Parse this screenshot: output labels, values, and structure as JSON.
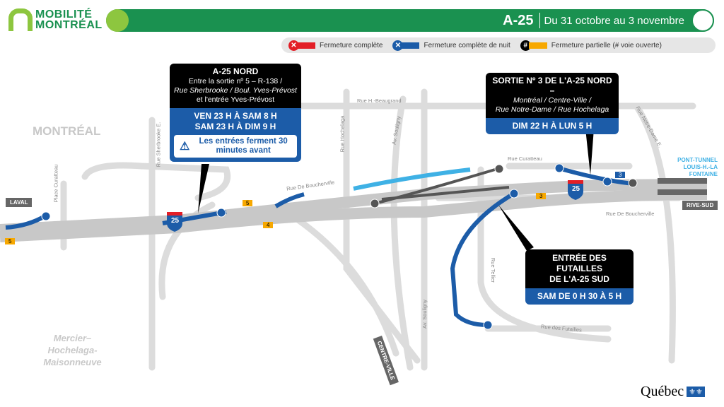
{
  "logo": {
    "line1": "MOBILITÉ",
    "line2": "MONTRÉAL"
  },
  "banner": {
    "highway": "A-25",
    "dates": "Du 31 octobre au 3 novembre",
    "color": "#1a9150"
  },
  "legend": [
    {
      "label": "Fermeture complète",
      "color": "#e31e26",
      "symbol": "✕"
    },
    {
      "label": "Fermeture complète de nuit",
      "color": "#1c5ca8",
      "symbol": "✕"
    },
    {
      "label": "Fermeture partielle (# voie ouverte)",
      "color": "#f7a800",
      "symbol": "#"
    }
  ],
  "callouts": {
    "a25_nord": {
      "title": "A-25 NORD",
      "line1": "Entre la sortie nº 5 – R-138 /",
      "line2": "Rue Sherbrooke / Boul. Yves-Prévost",
      "line3": "et l'entrée Yves-Prévost",
      "time1": "VEN 23 H À SAM 8 H",
      "time2": "SAM 23 H À DIM 9 H",
      "warning": "Les entrées ferment 30 minutes avant"
    },
    "sortie3": {
      "title": "SORTIE Nº 3 DE L'A-25 NORD –",
      "line1": "Montréal / Centre-Ville /",
      "line2": "Rue Notre-Dame / Rue Hochelaga",
      "time": "DIM 22 H À LUN 5 H"
    },
    "futailles": {
      "title1": "ENTRÉE DES FUTAILLES",
      "title2": "DE L'A-25 SUD",
      "time": "SAM DE 0 H 30 À 5 H"
    }
  },
  "streets": {
    "beaugrand": "Rue H.-Beaugrand",
    "sherbrooke": "Rue Sherbrooke E.",
    "place_curatteau": "Place Curatteau",
    "hochelaga": "Rue Hochelaga",
    "souligny1": "Av. Souligny",
    "souligny2": "Av. Souligny",
    "boucherville1": "Rue De Boucherville",
    "boucherville2": "Rue De Boucherville",
    "curatteau": "Rue Curatteau",
    "notre_dame": "Rue Notre-Dame E.",
    "tellier": "Rue Tellier",
    "futailles": "Rue des Futailles"
  },
  "areas": {
    "montreal": "MONTRÉAL",
    "mhm": "Mercier–Hochelaga-Maisonneuve",
    "tunnel": "PONT-TUNNEL LOUIS-H.-LA FONTAINE"
  },
  "directions": {
    "laval": "LAVAL",
    "rive_sud": "RIVE-SUD",
    "centre_ville": "CENTRE-VILLE"
  },
  "shield": "25",
  "lanes": [
    "5",
    "5",
    "4",
    "3",
    "3"
  ],
  "quebec": "Québec"
}
